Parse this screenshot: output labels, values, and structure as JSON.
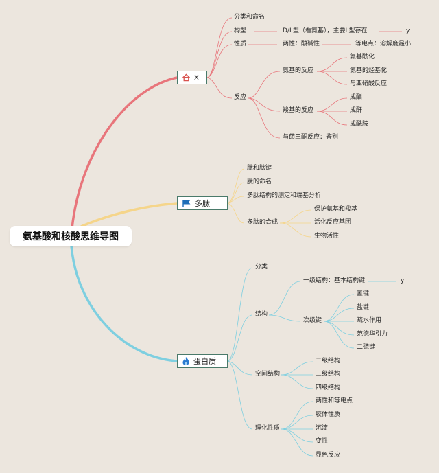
{
  "title": "氨基酸和核酸思维导图",
  "colors": {
    "red": "#e8757b",
    "yellow": "#f5d58a",
    "blue": "#7ecfe0",
    "box_border": "#4a7a6a"
  },
  "branches": {
    "b1": {
      "label": "X",
      "icon": "home-icon",
      "items": {
        "fenlei": "分类和命名",
        "gouxing": "构型",
        "gouxing_desc": "D/L型（看氨基），主要L型存在",
        "gouxing_end": "y",
        "xingzhi": "性质",
        "xingzhi_desc": "两性：酸碱性",
        "xingzhi_desc2": "等电点：溶解度最小",
        "fanying": "反应",
        "anji": "氨基的反应",
        "anji_1": "氨基酰化",
        "anji_2": "氨基的烃基化",
        "anji_3": "与亚硝酸反应",
        "suoji": "羧基的反应",
        "suoji_1": "成酯",
        "suoji_2": "成酐",
        "suoji_3": "成酰胺",
        "santong": "与茚三酮反应：鉴别"
      }
    },
    "b2": {
      "label": "多肽",
      "icon": "flag-icon",
      "items": {
        "taijian": "肽和肽键",
        "mingming": "肽的命名",
        "cedin": "多肽结构的测定和端基分析",
        "hecheng": "多肽的合成",
        "hecheng_1": "保护氨基和羧基",
        "hecheng_2": "活化反应基团",
        "hecheng_3": "生物活性"
      }
    },
    "b3": {
      "label": "蛋白质",
      "icon": "flame-icon",
      "items": {
        "fenlei": "分类",
        "jiegou": "结构",
        "yiji": "一级结构：基本结构键",
        "yiji_end": "y",
        "ciji": "次级键",
        "ciji_1": "氢键",
        "ciji_2": "盐键",
        "ciji_3": "疏水作用",
        "ciji_4": "范德华引力",
        "ciji_5": "二硫键",
        "kongjian": "空间结构",
        "kongjian_1": "二级结构",
        "kongjian_2": "三级结构",
        "kongjian_3": "四级结构",
        "lihua": "理化性质",
        "lihua_1": "两性和等电点",
        "lihua_2": "胶体性质",
        "lihua_3": "沉淀",
        "lihua_4": "变性",
        "lihua_5": "显色反应"
      }
    }
  }
}
